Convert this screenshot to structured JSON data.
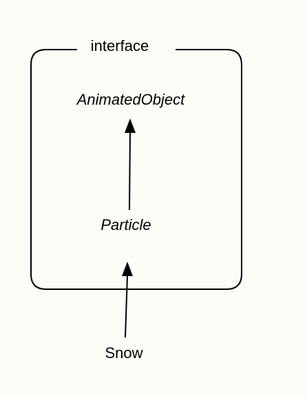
{
  "diagram": {
    "group": {
      "label": "interface"
    },
    "nodes": {
      "animated_object": {
        "label": "AnimatedObject"
      },
      "particle": {
        "label": "Particle"
      },
      "snow": {
        "label": "Snow"
      }
    },
    "edges": [
      {
        "from": "particle",
        "to": "animated_object"
      },
      {
        "from": "snow",
        "to": "particle"
      }
    ],
    "colors": {
      "background": "#fdfcf6",
      "stroke": "#000000"
    }
  }
}
